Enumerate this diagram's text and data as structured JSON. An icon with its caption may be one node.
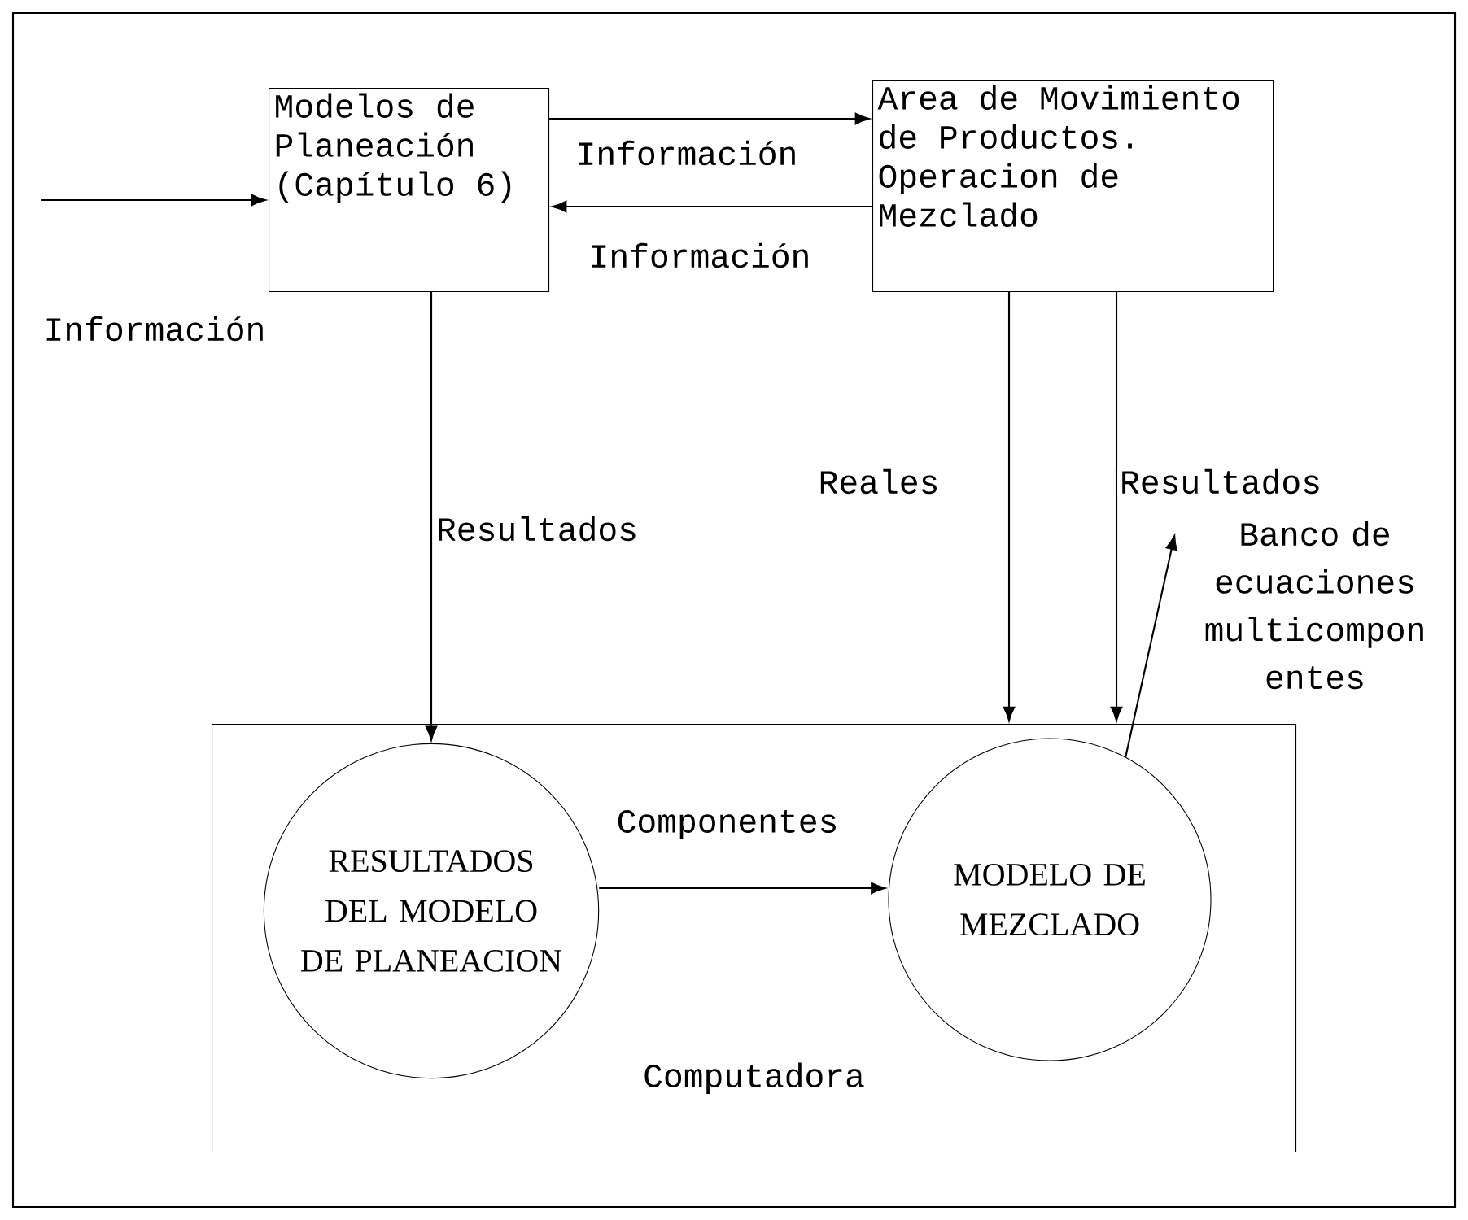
{
  "diagram": {
    "nodes": [
      {
        "text": [
          "Modelos de Planeación (Capítulo 6)"
        ]
      },
      {
        "text": [
          "Area de Movimiento de Productos. Operacion de Mezclado"
        ]
      },
      {
        "text": [
          "Computadora"
        ]
      },
      {
        "text": [
          "RESULTADOS DEL MODELO DE PLANEACION"
        ],
        "in": 2
      },
      {
        "text": [
          "MODELO DE MEZCLADO"
        ],
        "in": 2
      },
      {
        "text": [
          "Banco de ecuaciones multicompon entes"
        ]
      }
    ],
    "edges": [
      {
        "from": null,
        "to": 0,
        "arrow": "to",
        "label": "Información"
      },
      {
        "from": 0,
        "to": 1,
        "arrow": "to",
        "label": "Información"
      },
      {
        "from": 1,
        "to": 0,
        "arrow": "to",
        "label": "Información"
      },
      {
        "from": 0,
        "to": 3,
        "arrow": "to",
        "label": "Resultados"
      },
      {
        "from": 1,
        "to": 2,
        "arrow": "to",
        "label": "Reales"
      },
      {
        "from": 1,
        "to": 2,
        "arrow": "to",
        "label": "Resultados"
      },
      {
        "from": 3,
        "to": 4,
        "arrow": "to",
        "label": "Componentes"
      },
      {
        "from": 4,
        "to": 5,
        "arrow": "to"
      }
    ]
  }
}
